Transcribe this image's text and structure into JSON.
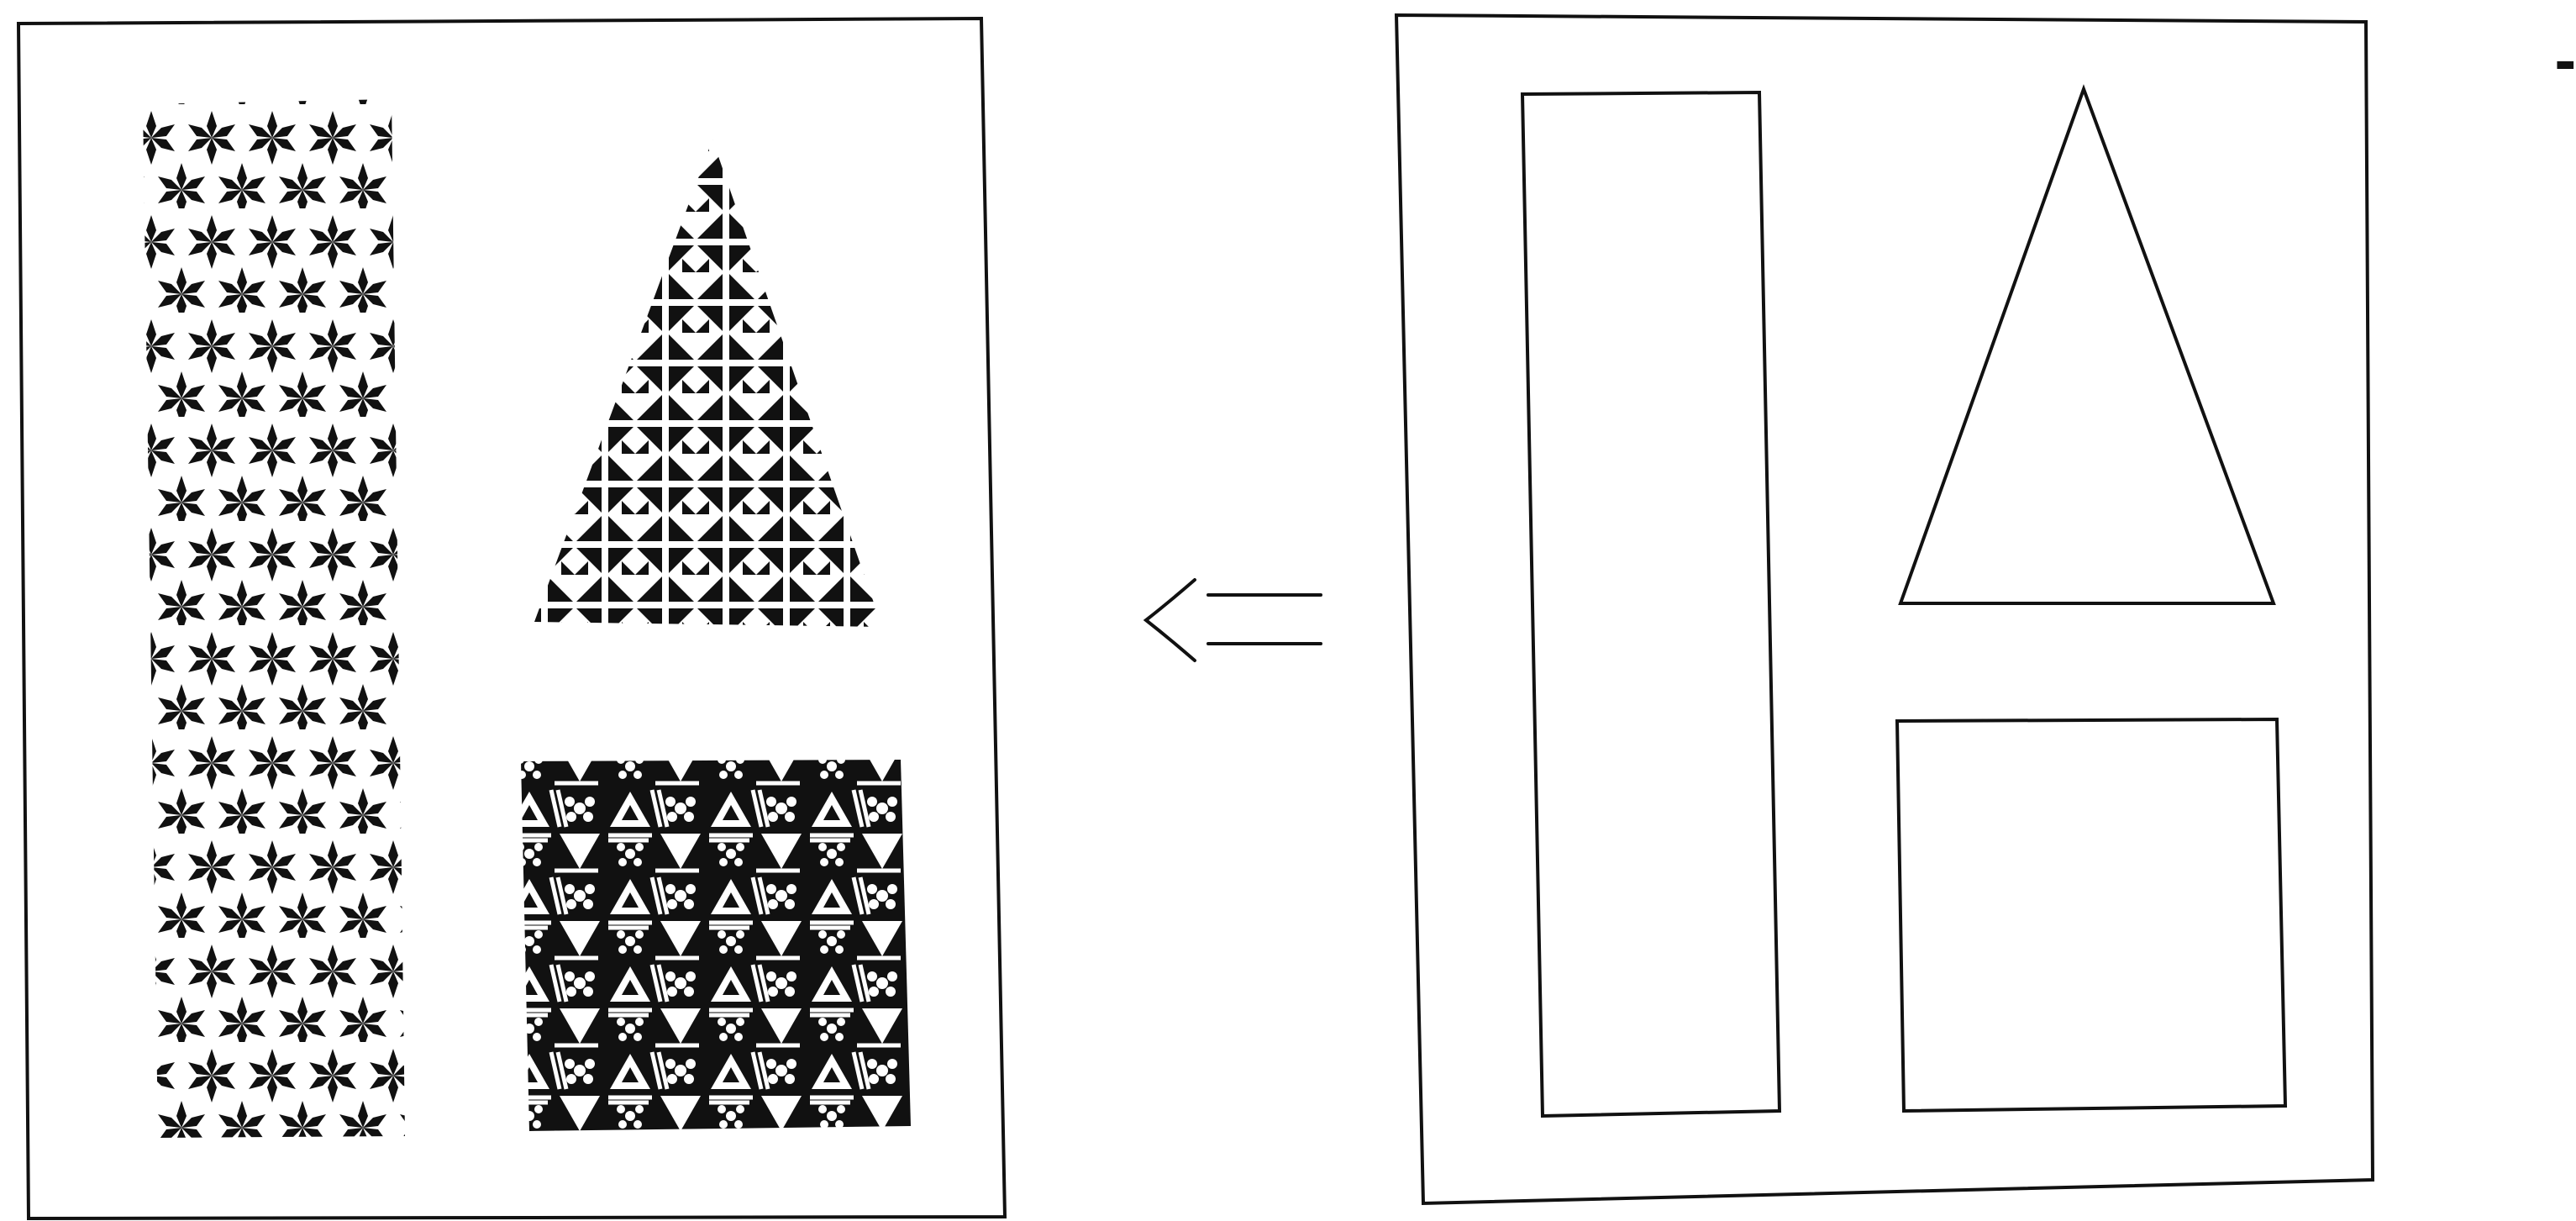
{
  "figure_label": "- ب -",
  "colors": {
    "ink": "#111111",
    "paper": "#ffffff"
  },
  "left_panel": {
    "name": "patterned-composition",
    "shapes": [
      {
        "kind": "rectangle",
        "pattern": "star-lattice"
      },
      {
        "kind": "triangle",
        "pattern": "pinwheel-triangles"
      },
      {
        "kind": "square",
        "pattern": "triangles-stripes-flowers"
      }
    ]
  },
  "arrow": {
    "direction": "left",
    "icon": "double-arrow-left-icon"
  },
  "right_panel": {
    "name": "outline-composition",
    "shapes": [
      {
        "kind": "rectangle"
      },
      {
        "kind": "triangle"
      },
      {
        "kind": "square"
      }
    ]
  }
}
